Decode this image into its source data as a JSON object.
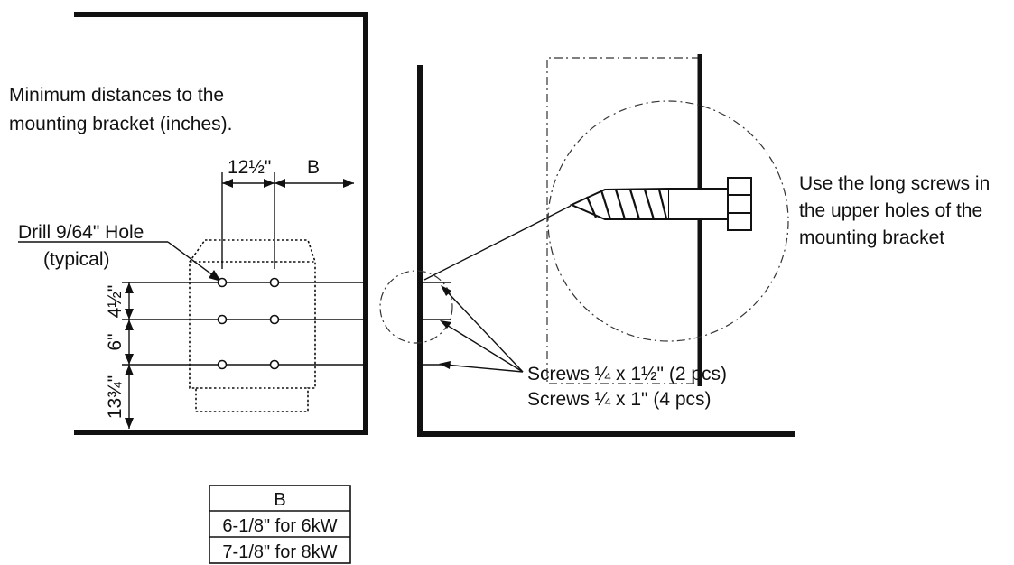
{
  "labels": {
    "min_distances_line1": "Minimum distances to the",
    "min_distances_line2": "mounting bracket (inches).",
    "drill_line1": "Drill 9/64\" Hole",
    "drill_line2": "(typical)",
    "long_screws_line1": "Use the long screws in",
    "long_screws_line2": "the upper holes of the",
    "long_screws_line3": "mounting bracket",
    "screws_long": "Screws  ¼ x 1½\" (2 pcs)",
    "screws_short": "Screws  ¼ x 1\" (4 pcs)"
  },
  "dimensions": {
    "width_a": "12½\"",
    "width_b": "B",
    "v_top": "4½\"",
    "v_mid": "6\"",
    "v_bottom": "13¾\""
  },
  "table": {
    "header": "B",
    "rows": [
      "6-1/8\" for 6kW",
      "7-1/8\" for 8kW"
    ]
  }
}
